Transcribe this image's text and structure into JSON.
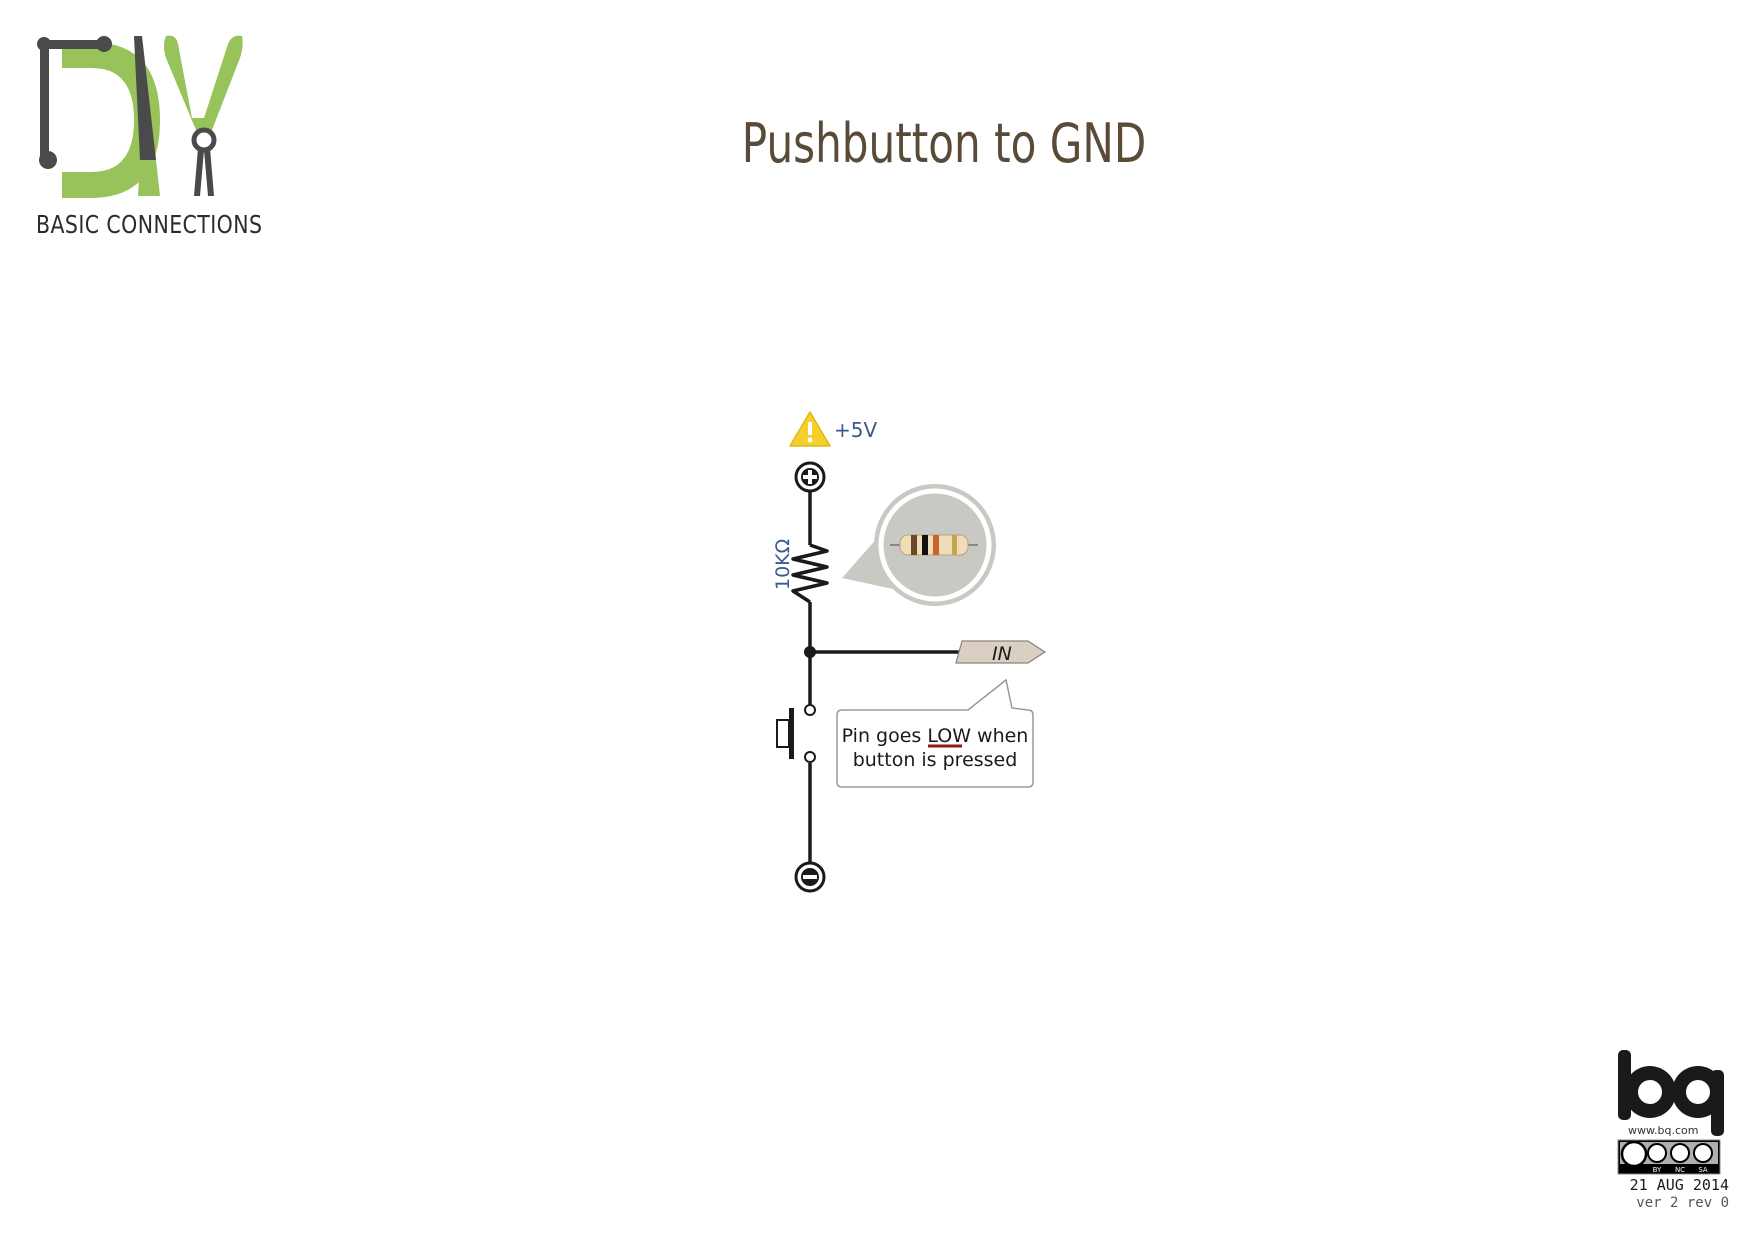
{
  "header": {
    "brand": "DIY",
    "brand_subtitle": "BASIC CONNECTIONS",
    "title": "Pushbutton to GND"
  },
  "circuit": {
    "supply_label": "+5V",
    "resistor_label": "10KΩ",
    "pin_label": "IN",
    "callout_line1_pre": "Pin goes ",
    "callout_line1_emph": "LOW",
    "callout_line1_post": " when",
    "callout_line2": "button is pressed"
  },
  "footer": {
    "logo": "bq",
    "url": "www.bq.com",
    "license_tags": [
      "BY",
      "NC",
      "SA"
    ],
    "date": "21 AUG 2014",
    "version": "ver 2 rev 0"
  },
  "colors": {
    "brand_green": "#97c35a",
    "brand_dark": "#4a4a4a",
    "title_brown": "#5a4a38",
    "label_blue": "#3b5a8c",
    "warning_yellow": "#f5d02c",
    "emphasis_red": "#8b1a1a",
    "pin_tag": "#d9cfc3"
  },
  "icons": [
    "warning-icon",
    "plus-terminal-icon",
    "minus-terminal-icon",
    "resistor-icon",
    "pushbutton-icon",
    "cc-license-icon"
  ]
}
